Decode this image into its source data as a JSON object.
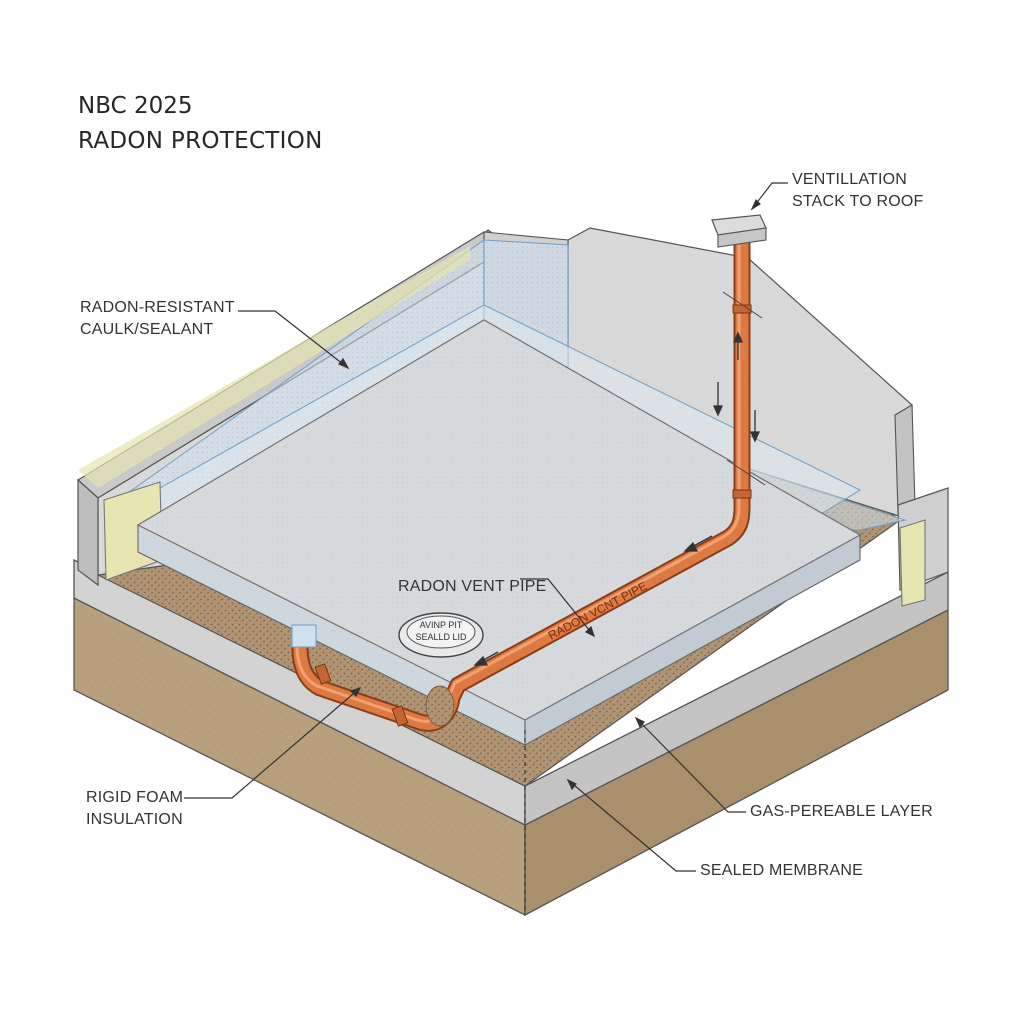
{
  "title": {
    "line1": "NBC 2025",
    "line2": "RADON PROTECTION"
  },
  "labels": {
    "ventilation_stack": [
      "VENTILLATION",
      "STACK TO ROOF"
    ],
    "caulk_sealant": [
      "RADON-RESISTANT",
      "CAULK/SEALANT"
    ],
    "vent_pipe": "RADON VENT PIPE",
    "rigid_foam": [
      "RIGID FOAM",
      "INSULATION"
    ],
    "gas_permeable": "GAS-PEREABLE LAYER",
    "sealed_membrane": "SEALED MEMBRANE"
  },
  "on_diagram_text": {
    "pipe_print": "RADON VCNT PIPE",
    "sump_lid": [
      "AVINP PIT",
      "SEALLD LID"
    ]
  },
  "colors": {
    "concrete": "#d7d7d7",
    "soil": "#b39a76",
    "gravel": "#a98e6c",
    "membrane": "#bcd6ea",
    "insulation": "#e6e6b0",
    "pipe": "#d9733a",
    "ink": "#333333"
  }
}
